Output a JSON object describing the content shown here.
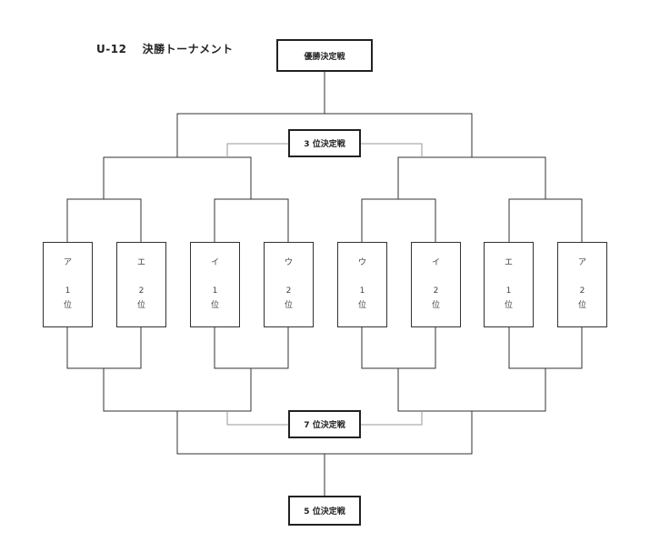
{
  "title": "U-12　 決勝トーナメント",
  "matches": {
    "final": "優勝決定戦",
    "third_place": "3 位決定戦",
    "seventh_place": "7 位決定戦",
    "fifth_place": "5 位決定戦"
  },
  "slots": [
    {
      "team": "ア",
      "rank": "1",
      "unit": "位"
    },
    {
      "team": "エ",
      "rank": "2",
      "unit": "位"
    },
    {
      "team": "イ",
      "rank": "1",
      "unit": "位"
    },
    {
      "team": "ウ",
      "rank": "2",
      "unit": "位"
    },
    {
      "team": "ウ",
      "rank": "1",
      "unit": "位"
    },
    {
      "team": "イ",
      "rank": "2",
      "unit": "位"
    },
    {
      "team": "エ",
      "rank": "1",
      "unit": "位"
    },
    {
      "team": "ア",
      "rank": "2",
      "unit": "位"
    }
  ]
}
